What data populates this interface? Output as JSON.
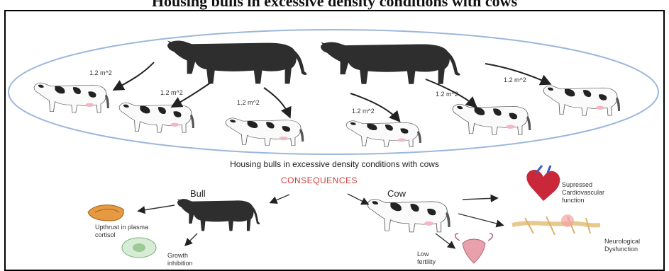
{
  "top_title_fragment": "Housing bulls in excessive density conditions with cows",
  "area_labels": [
    "1.2 m^2",
    "1.2 m^2",
    "1.2 m^2",
    "1.2 m^2",
    "1.2 m^2",
    "1.2 m^2"
  ],
  "caption": "Housing bulls in excessive density conditions with cows",
  "consequences": "CONSEQUENCES",
  "bull": {
    "label": "Bull",
    "effects": [
      "Upthrust in plasma cortisol",
      "Growth inhibition"
    ]
  },
  "cow": {
    "label": "Cow",
    "effects": [
      "Supressed Cardiovascular function",
      "Neurological Dysfunction",
      "Low fertility"
    ]
  },
  "colors": {
    "ellipse": "#9bb7dc",
    "consequences": "#d13b3b",
    "bull_body": "#2e2e2e",
    "cow_spots": "#222222"
  }
}
